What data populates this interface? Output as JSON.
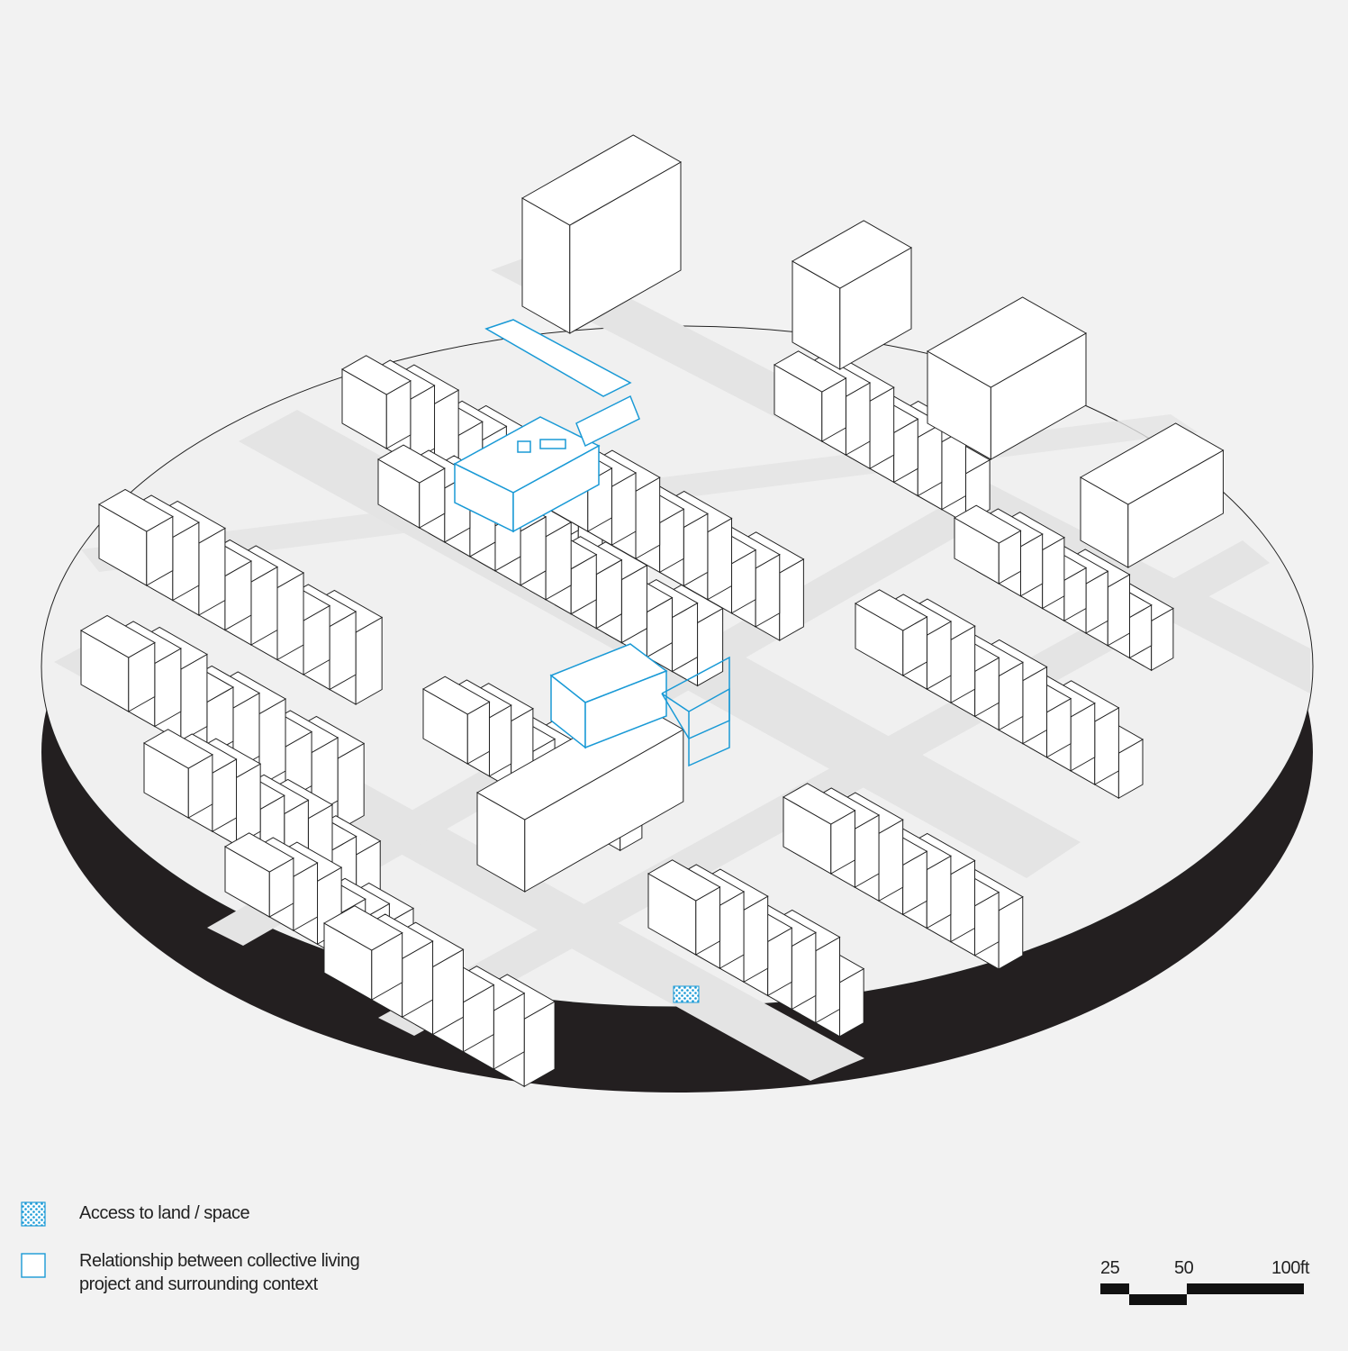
{
  "legend": {
    "items": [
      {
        "label": "Access to land / space",
        "swatch": "dot-pattern"
      },
      {
        "label": "Relationship between collective living\nproject and surrounding context",
        "swatch": "outline-square"
      }
    ]
  },
  "scale_bar": {
    "labels": [
      "25",
      "50",
      "100ft"
    ]
  },
  "colors": {
    "background": "#f2f2f2",
    "accent": "#1a9ad6",
    "building_fill": "#ffffff",
    "building_stroke": "#222222",
    "street": "#e6e6e6",
    "ground": "#f0f0f0",
    "base_edge": "#231f20"
  }
}
